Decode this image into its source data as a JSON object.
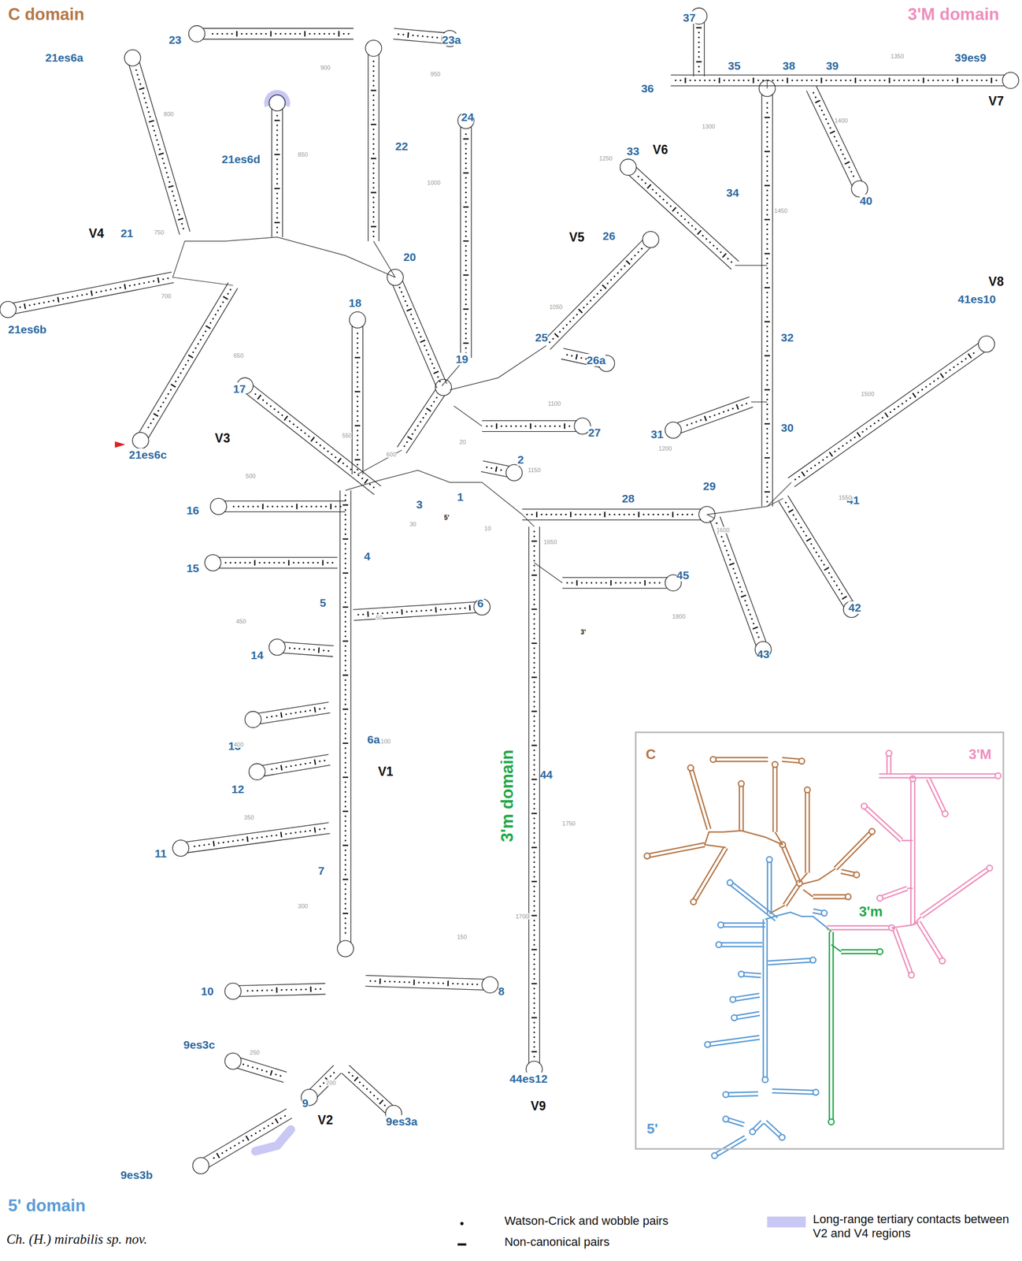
{
  "diagram": {
    "nodes": [
      {
        "text": [
          "C",
          "3'M",
          "3'm",
          "5'"
        ]
      }
    ],
    "labels": [
      "C domain",
      "3'M domain",
      "5' domain",
      "3'm domain",
      "Ch. (H.) mirabilis sp. nov.",
      "5'",
      "3'",
      "V1",
      "V2",
      "V3",
      "V4",
      "V5",
      "V6",
      "V7",
      "V8",
      "V9",
      "1",
      "2",
      "3",
      "4",
      "5",
      "6",
      "6a",
      "7",
      "8",
      "9",
      "9es3a",
      "9es3b",
      "9es3c",
      "10",
      "11",
      "12",
      "13",
      "14",
      "15",
      "16",
      "17",
      "18",
      "19",
      "20",
      "21",
      "21es6a",
      "21es6b",
      "21es6c",
      "21es6d",
      "22",
      "23",
      "23a",
      "24",
      "25",
      "26",
      "26a",
      "27",
      "28",
      "29",
      "30",
      "31",
      "32",
      "33",
      "34",
      "35",
      "36",
      "37",
      "38",
      "39",
      "39es9",
      "40",
      "41",
      "41es10",
      "42",
      "43",
      "44",
      "44es12",
      "45",
      "10",
      "20",
      "30",
      "50",
      "100",
      "150",
      "200",
      "250",
      "300",
      "350",
      "400",
      "450",
      "500",
      "550",
      "600",
      "650",
      "700",
      "750",
      "800",
      "850",
      "900",
      "950",
      "1000",
      "1050",
      "1100",
      "1150",
      "1200",
      "1250",
      "1300",
      "1350",
      "1400",
      "1450",
      "1500",
      "1550",
      "1600",
      "1650",
      "1700",
      "1750",
      "1800"
    ],
    "legend": [
      {
        "text": "Watson-Crick and wobble pairs"
      },
      {
        "text": "Non-canonical pairs"
      },
      {
        "text": "Long-range tertiary contacts between V2 and V4 regions",
        "color": "#c9c8f4"
      }
    ]
  }
}
